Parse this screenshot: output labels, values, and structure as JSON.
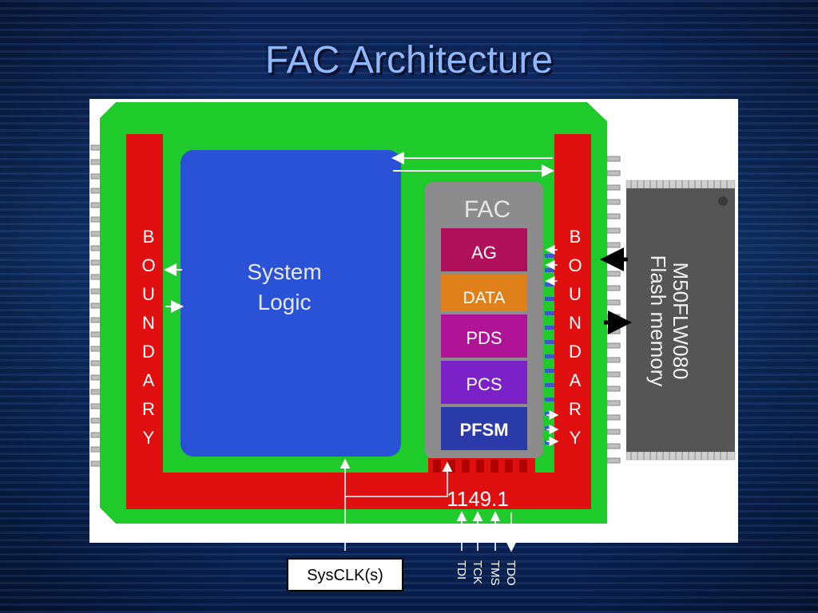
{
  "slide": {
    "title": "FAC Architecture"
  },
  "diagram": {
    "boundary_letters": [
      "B",
      "O",
      "U",
      "N",
      "D",
      "A",
      "R",
      "Y"
    ],
    "system_logic": [
      "System",
      "Logic"
    ],
    "fac": {
      "title": "FAC",
      "modules": [
        "AG",
        "DATA",
        "PDS",
        "PCS",
        "PFSM"
      ]
    },
    "flash": [
      "M50FLW080",
      "Flash memory"
    ],
    "jtag": {
      "label": "1149.1",
      "pins": [
        "TDI",
        "TCK",
        "TMS",
        "TDO"
      ]
    },
    "sysclk_label": "SysCLK(s)"
  },
  "colors": {
    "board_green": "#1ecb2a",
    "boundary_red": "#e01010",
    "system_logic_blue": "#2a52d6",
    "fac_gray": "#8c8c8c",
    "ag": "#b0105a",
    "data": "#e0801a",
    "pds": "#b01496",
    "pcs": "#7a22c8",
    "pfsm": "#2a3aa8",
    "chip_gray": "#555555"
  }
}
